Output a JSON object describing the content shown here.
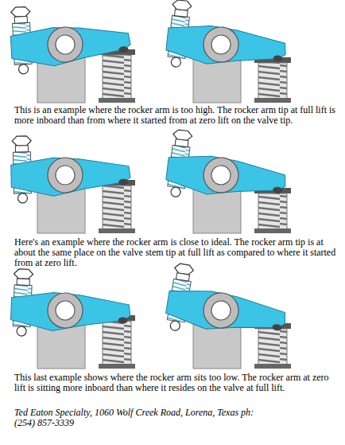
{
  "diagram": {
    "labels": [
      "This is an example where the rocker arm is too high. The rocker arm tip at full lift is more inboard than from where it started from at zero lift on the valve tip.",
      "Here's an example where the rocker arm is close to ideal. The rocker arm tip is at about the same place on the valve stem tip at full lift as compared to where it started from at zero lift.",
      "This last example shows where the rocker arm sits too low. The rocker arm at zero lift is sitting more inboard than where it resides on the valve at full lift.",
      "Ted Eaton Specialty, 1060 Wolf Creek Road, Lorena, Texas ph: (254) 857-3339"
    ]
  }
}
